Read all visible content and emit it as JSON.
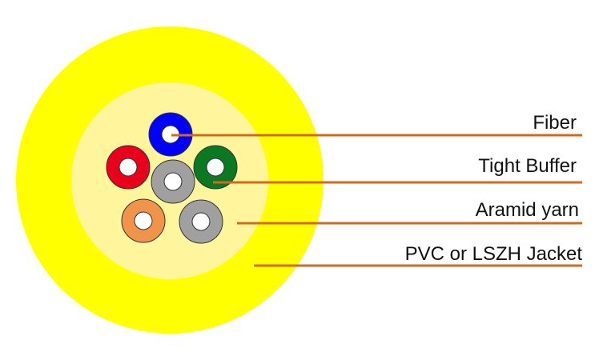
{
  "title": "Tight buffered fiber optic cable cross-section",
  "labels": {
    "fiber": "Fiber",
    "tight_buffer": "Tight Buffer",
    "aramid_yarn": "Aramid yarn",
    "jacket": "PVC or LSZH Jacket"
  },
  "colors": {
    "jacket": "#ffff00",
    "aramid": "#fff59d",
    "leader_line": "#d2691e",
    "fiber_core": "#ffffff",
    "buffers": [
      "#0000ff",
      "#e8001c",
      "#0a7a22",
      "#a0a0a0",
      "#f0944c",
      "#a0a0a0"
    ]
  }
}
